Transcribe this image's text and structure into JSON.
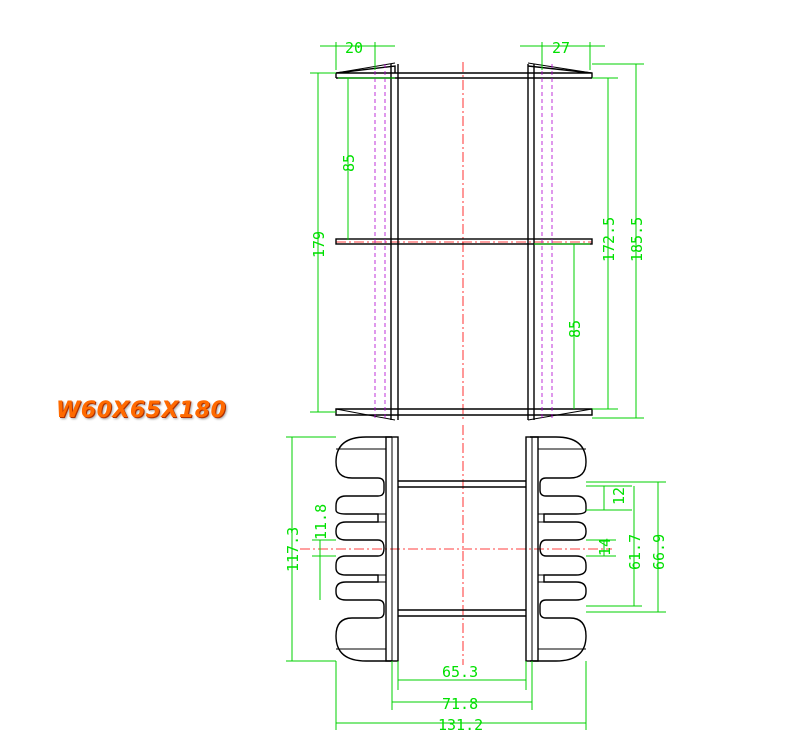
{
  "model_label": "W60X65X180",
  "colors": {
    "outline": "#000000",
    "dimension": "#00d000",
    "centerline": "#ff0000",
    "hidden_line": "#b000d0",
    "label": "#ff6a00"
  },
  "dimensions": {
    "flange_left_width": "20",
    "flange_right_width": "27",
    "upper_section_height": "85",
    "lower_section_height": "85",
    "winding_length": "179",
    "length_172": "172.5",
    "overall_length": "185.5",
    "bottom_height": "117.3",
    "slot_width": "11.8",
    "slot_pitch_12": "12",
    "slot_pitch_14": "14",
    "span_61": "61.7",
    "span_66": "66.9",
    "inner_width": "65.3",
    "core_width": "71.8",
    "overall_width": "131.2"
  }
}
